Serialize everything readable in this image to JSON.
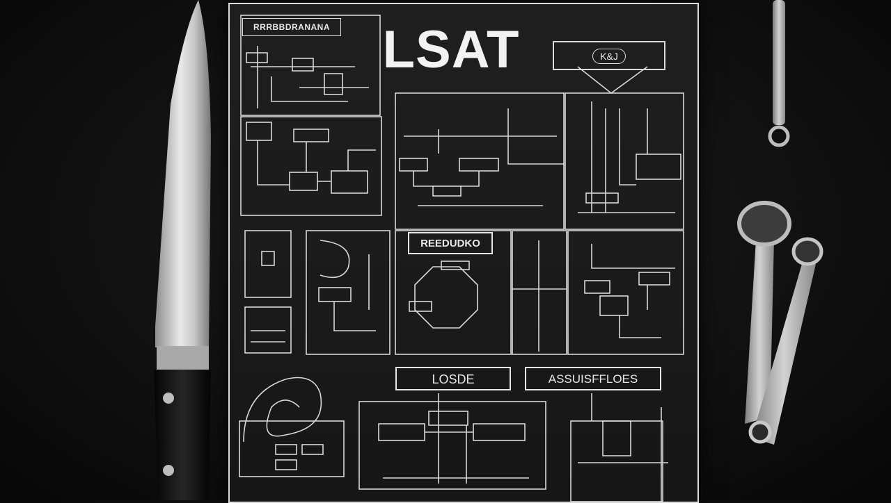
{
  "poster": {
    "title": "LSAT",
    "header_label": "RRRBBDRANANA",
    "emblem_text": "K&J",
    "mid_label": "REEDUDKO",
    "button_left": "LOSDE",
    "button_right": "ASSUISFFLOES"
  },
  "colors": {
    "background": "#111111",
    "board": "#1c1c1c",
    "line": "#dcdcdc",
    "steel": "#b9b9b9",
    "handle": "#101010"
  },
  "objects": [
    "chef-knife",
    "measuring-spoons",
    "blueprint-board"
  ]
}
